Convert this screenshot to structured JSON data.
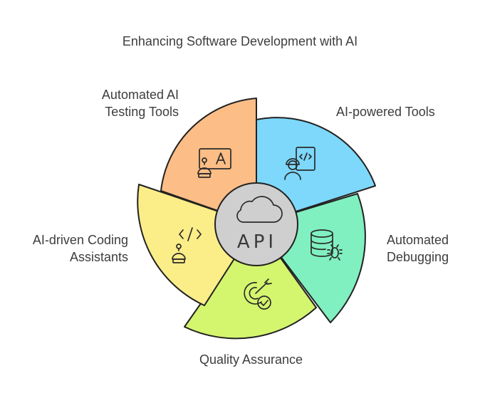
{
  "title": "Enhancing Software Development with AI",
  "hub": {
    "label": "API",
    "icon": "cloud-icon"
  },
  "segments": [
    {
      "lines": [
        "AI-powered Tools"
      ],
      "color": "#7dd8fb",
      "icon": "developer-code-icon"
    },
    {
      "lines": [
        "Automated",
        "Debugging"
      ],
      "color": "#80f0c0",
      "icon": "database-bug-icon"
    },
    {
      "lines": [
        "Quality Assurance"
      ],
      "color": "#d4f56e",
      "icon": "target-check-icon"
    },
    {
      "lines": [
        "AI-driven Coding",
        "Assistants"
      ],
      "color": "#fbed88",
      "icon": "robot-code-icon"
    },
    {
      "lines": [
        "Automated AI",
        "Testing Tools"
      ],
      "color": "#fcbd86",
      "icon": "robot-screen-icon"
    }
  ]
}
